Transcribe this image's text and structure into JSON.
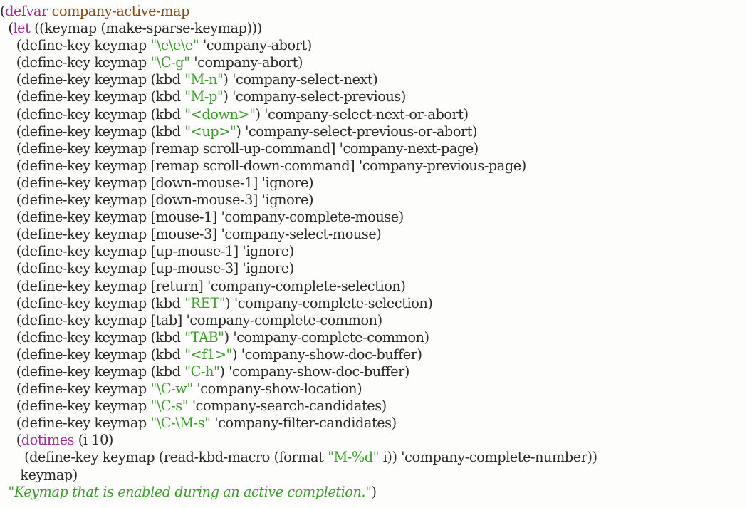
{
  "editor": {
    "background": "#fdfdfb",
    "colors": {
      "keyword": "#a62a9b",
      "variable": "#8a4b12",
      "string": "#3e9c2f",
      "plain": "#2a2a2a"
    },
    "lines": [
      [
        {
          "t": "(",
          "c": "plain"
        },
        {
          "t": "defvar",
          "c": "keyword"
        },
        {
          "t": " ",
          "c": "plain"
        },
        {
          "t": "company-active-map",
          "c": "variable"
        }
      ],
      [
        {
          "t": "  (",
          "c": "plain"
        },
        {
          "t": "let",
          "c": "keyword"
        },
        {
          "t": " ((keymap (make-sparse-keymap)))",
          "c": "plain"
        }
      ],
      [
        {
          "t": "    (define-key keymap ",
          "c": "plain"
        },
        {
          "t": "\"\\e\\e\\e\"",
          "c": "string"
        },
        {
          "t": " 'company-abort)",
          "c": "plain"
        }
      ],
      [
        {
          "t": "    (define-key keymap ",
          "c": "plain"
        },
        {
          "t": "\"\\C-g\"",
          "c": "string"
        },
        {
          "t": " 'company-abort)",
          "c": "plain"
        }
      ],
      [
        {
          "t": "    (define-key keymap (kbd ",
          "c": "plain"
        },
        {
          "t": "\"M-n\"",
          "c": "string"
        },
        {
          "t": ") 'company-select-next)",
          "c": "plain"
        }
      ],
      [
        {
          "t": "    (define-key keymap (kbd ",
          "c": "plain"
        },
        {
          "t": "\"M-p\"",
          "c": "string"
        },
        {
          "t": ") 'company-select-previous)",
          "c": "plain"
        }
      ],
      [
        {
          "t": "    (define-key keymap (kbd ",
          "c": "plain"
        },
        {
          "t": "\"<down>\"",
          "c": "string"
        },
        {
          "t": ") 'company-select-next-or-abort)",
          "c": "plain"
        }
      ],
      [
        {
          "t": "    (define-key keymap (kbd ",
          "c": "plain"
        },
        {
          "t": "\"<up>\"",
          "c": "string"
        },
        {
          "t": ") 'company-select-previous-or-abort)",
          "c": "plain"
        }
      ],
      [
        {
          "t": "    (define-key keymap [remap scroll-up-command] 'company-next-page)",
          "c": "plain"
        }
      ],
      [
        {
          "t": "    (define-key keymap [remap scroll-down-command] 'company-previous-page)",
          "c": "plain"
        }
      ],
      [
        {
          "t": "    (define-key keymap [down-mouse-1] 'ignore)",
          "c": "plain"
        }
      ],
      [
        {
          "t": "    (define-key keymap [down-mouse-3] 'ignore)",
          "c": "plain"
        }
      ],
      [
        {
          "t": "    (define-key keymap [mouse-1] 'company-complete-mouse)",
          "c": "plain"
        }
      ],
      [
        {
          "t": "    (define-key keymap [mouse-3] 'company-select-mouse)",
          "c": "plain"
        }
      ],
      [
        {
          "t": "    (define-key keymap [up-mouse-1] 'ignore)",
          "c": "plain"
        }
      ],
      [
        {
          "t": "    (define-key keymap [up-mouse-3] 'ignore)",
          "c": "plain"
        }
      ],
      [
        {
          "t": "    (define-key keymap [return] 'company-complete-selection)",
          "c": "plain"
        }
      ],
      [
        {
          "t": "    (define-key keymap (kbd ",
          "c": "plain"
        },
        {
          "t": "\"RET\"",
          "c": "string"
        },
        {
          "t": ") 'company-complete-selection)",
          "c": "plain"
        }
      ],
      [
        {
          "t": "    (define-key keymap [tab] 'company-complete-common)",
          "c": "plain"
        }
      ],
      [
        {
          "t": "    (define-key keymap (kbd ",
          "c": "plain"
        },
        {
          "t": "\"TAB\"",
          "c": "string"
        },
        {
          "t": ") 'company-complete-common)",
          "c": "plain"
        }
      ],
      [
        {
          "t": "    (define-key keymap (kbd ",
          "c": "plain"
        },
        {
          "t": "\"<f1>\"",
          "c": "string"
        },
        {
          "t": ") 'company-show-doc-buffer)",
          "c": "plain"
        }
      ],
      [
        {
          "t": "    (define-key keymap (kbd ",
          "c": "plain"
        },
        {
          "t": "\"C-h\"",
          "c": "string"
        },
        {
          "t": ") 'company-show-doc-buffer)",
          "c": "plain"
        }
      ],
      [
        {
          "t": "    (define-key keymap ",
          "c": "plain"
        },
        {
          "t": "\"\\C-w\"",
          "c": "string"
        },
        {
          "t": " 'company-show-location)",
          "c": "plain"
        }
      ],
      [
        {
          "t": "    (define-key keymap ",
          "c": "plain"
        },
        {
          "t": "\"\\C-s\"",
          "c": "string"
        },
        {
          "t": " 'company-search-candidates)",
          "c": "plain"
        }
      ],
      [
        {
          "t": "    (define-key keymap ",
          "c": "plain"
        },
        {
          "t": "\"\\C-\\M-s\"",
          "c": "string"
        },
        {
          "t": " 'company-filter-candidates)",
          "c": "plain"
        }
      ],
      [
        {
          "t": "    (",
          "c": "plain"
        },
        {
          "t": "dotimes",
          "c": "keyword"
        },
        {
          "t": " (i 10)",
          "c": "plain"
        }
      ],
      [
        {
          "t": "      (define-key keymap (read-kbd-macro (format ",
          "c": "plain"
        },
        {
          "t": "\"M-%d\"",
          "c": "string"
        },
        {
          "t": " i)) 'company-complete-number))",
          "c": "plain"
        }
      ],
      [
        {
          "t": "     keymap)",
          "c": "plain"
        }
      ],
      [
        {
          "t": "  ",
          "c": "plain"
        },
        {
          "t": "\"Keymap that is enabled during an active completion.\"",
          "c": "doc"
        },
        {
          "t": ")",
          "c": "plain"
        }
      ]
    ]
  }
}
